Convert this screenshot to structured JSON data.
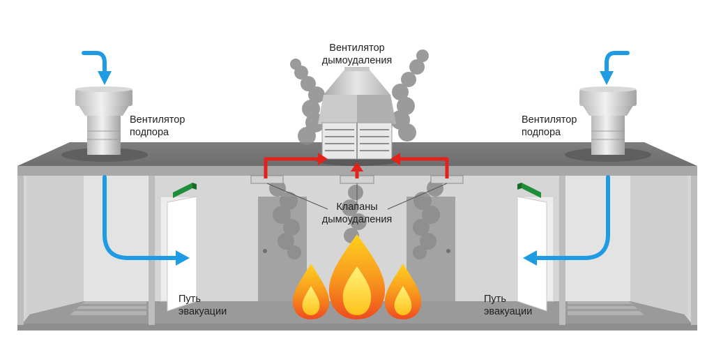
{
  "labels": {
    "smoke_fan": [
      "Вентилятор",
      "дымоудаления"
    ],
    "supply_fan_left": [
      "Вентилятор",
      "подпора"
    ],
    "supply_fan_right": [
      "Вентилятор",
      "подпора"
    ],
    "dampers": [
      "Клапаны",
      "дымоудаления"
    ],
    "exit_left": [
      "Путь",
      "эвакуации"
    ],
    "exit_right": [
      "Путь",
      "эвакуации"
    ]
  },
  "colors": {
    "air_flow": "#1e9be3",
    "smoke_flow": "#e3231b",
    "exit_sign": "#1e8f3a",
    "smoke": "#8a8a8a",
    "flame_outer": "#f28a1c",
    "flame_inner": "#ffd21f"
  }
}
